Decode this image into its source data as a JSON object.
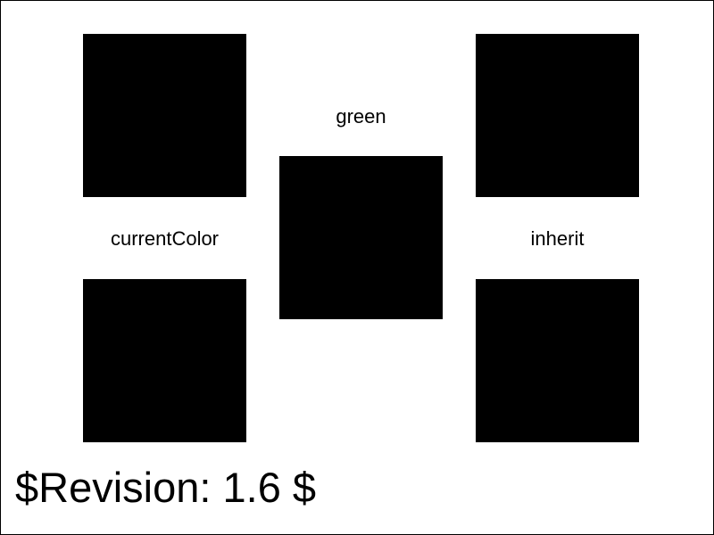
{
  "labels": {
    "left": "currentColor",
    "center": "green",
    "right": "inherit"
  },
  "revision": "$Revision: 1.6 $",
  "colors": {
    "square_fill": "#000000",
    "background": "#ffffff",
    "text": "#000000"
  }
}
